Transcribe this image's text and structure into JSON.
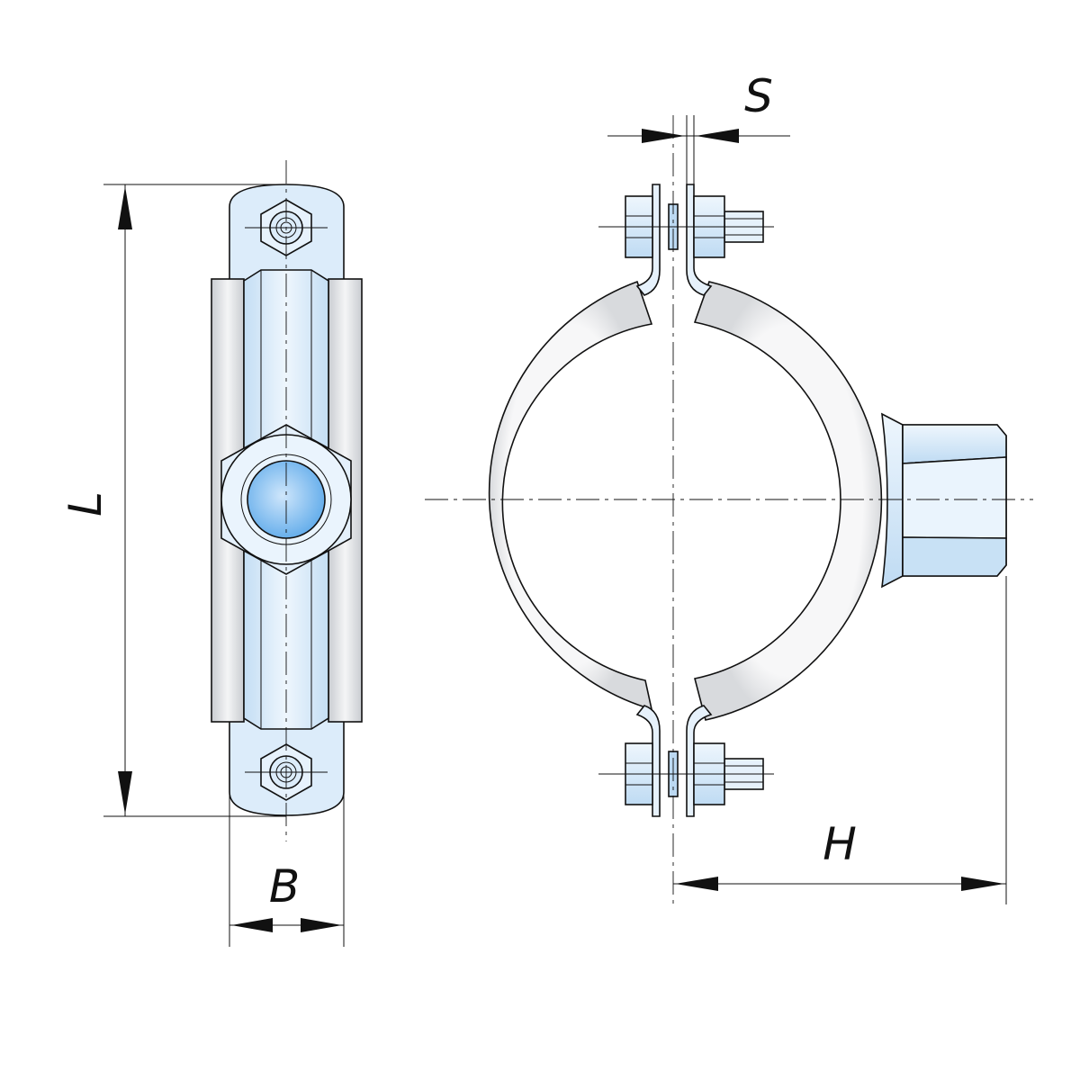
{
  "labels": {
    "length": "L",
    "width": "B",
    "thickness": "S",
    "height": "H"
  },
  "colors": {
    "steel_blue": "#dcecfa",
    "steel_blue_dark": "#bcd9f2",
    "bore_blue": "#6fb6ef",
    "band_gray": "#eeeff1",
    "band_gray_dark": "#d4d6da",
    "line": "#111111"
  }
}
